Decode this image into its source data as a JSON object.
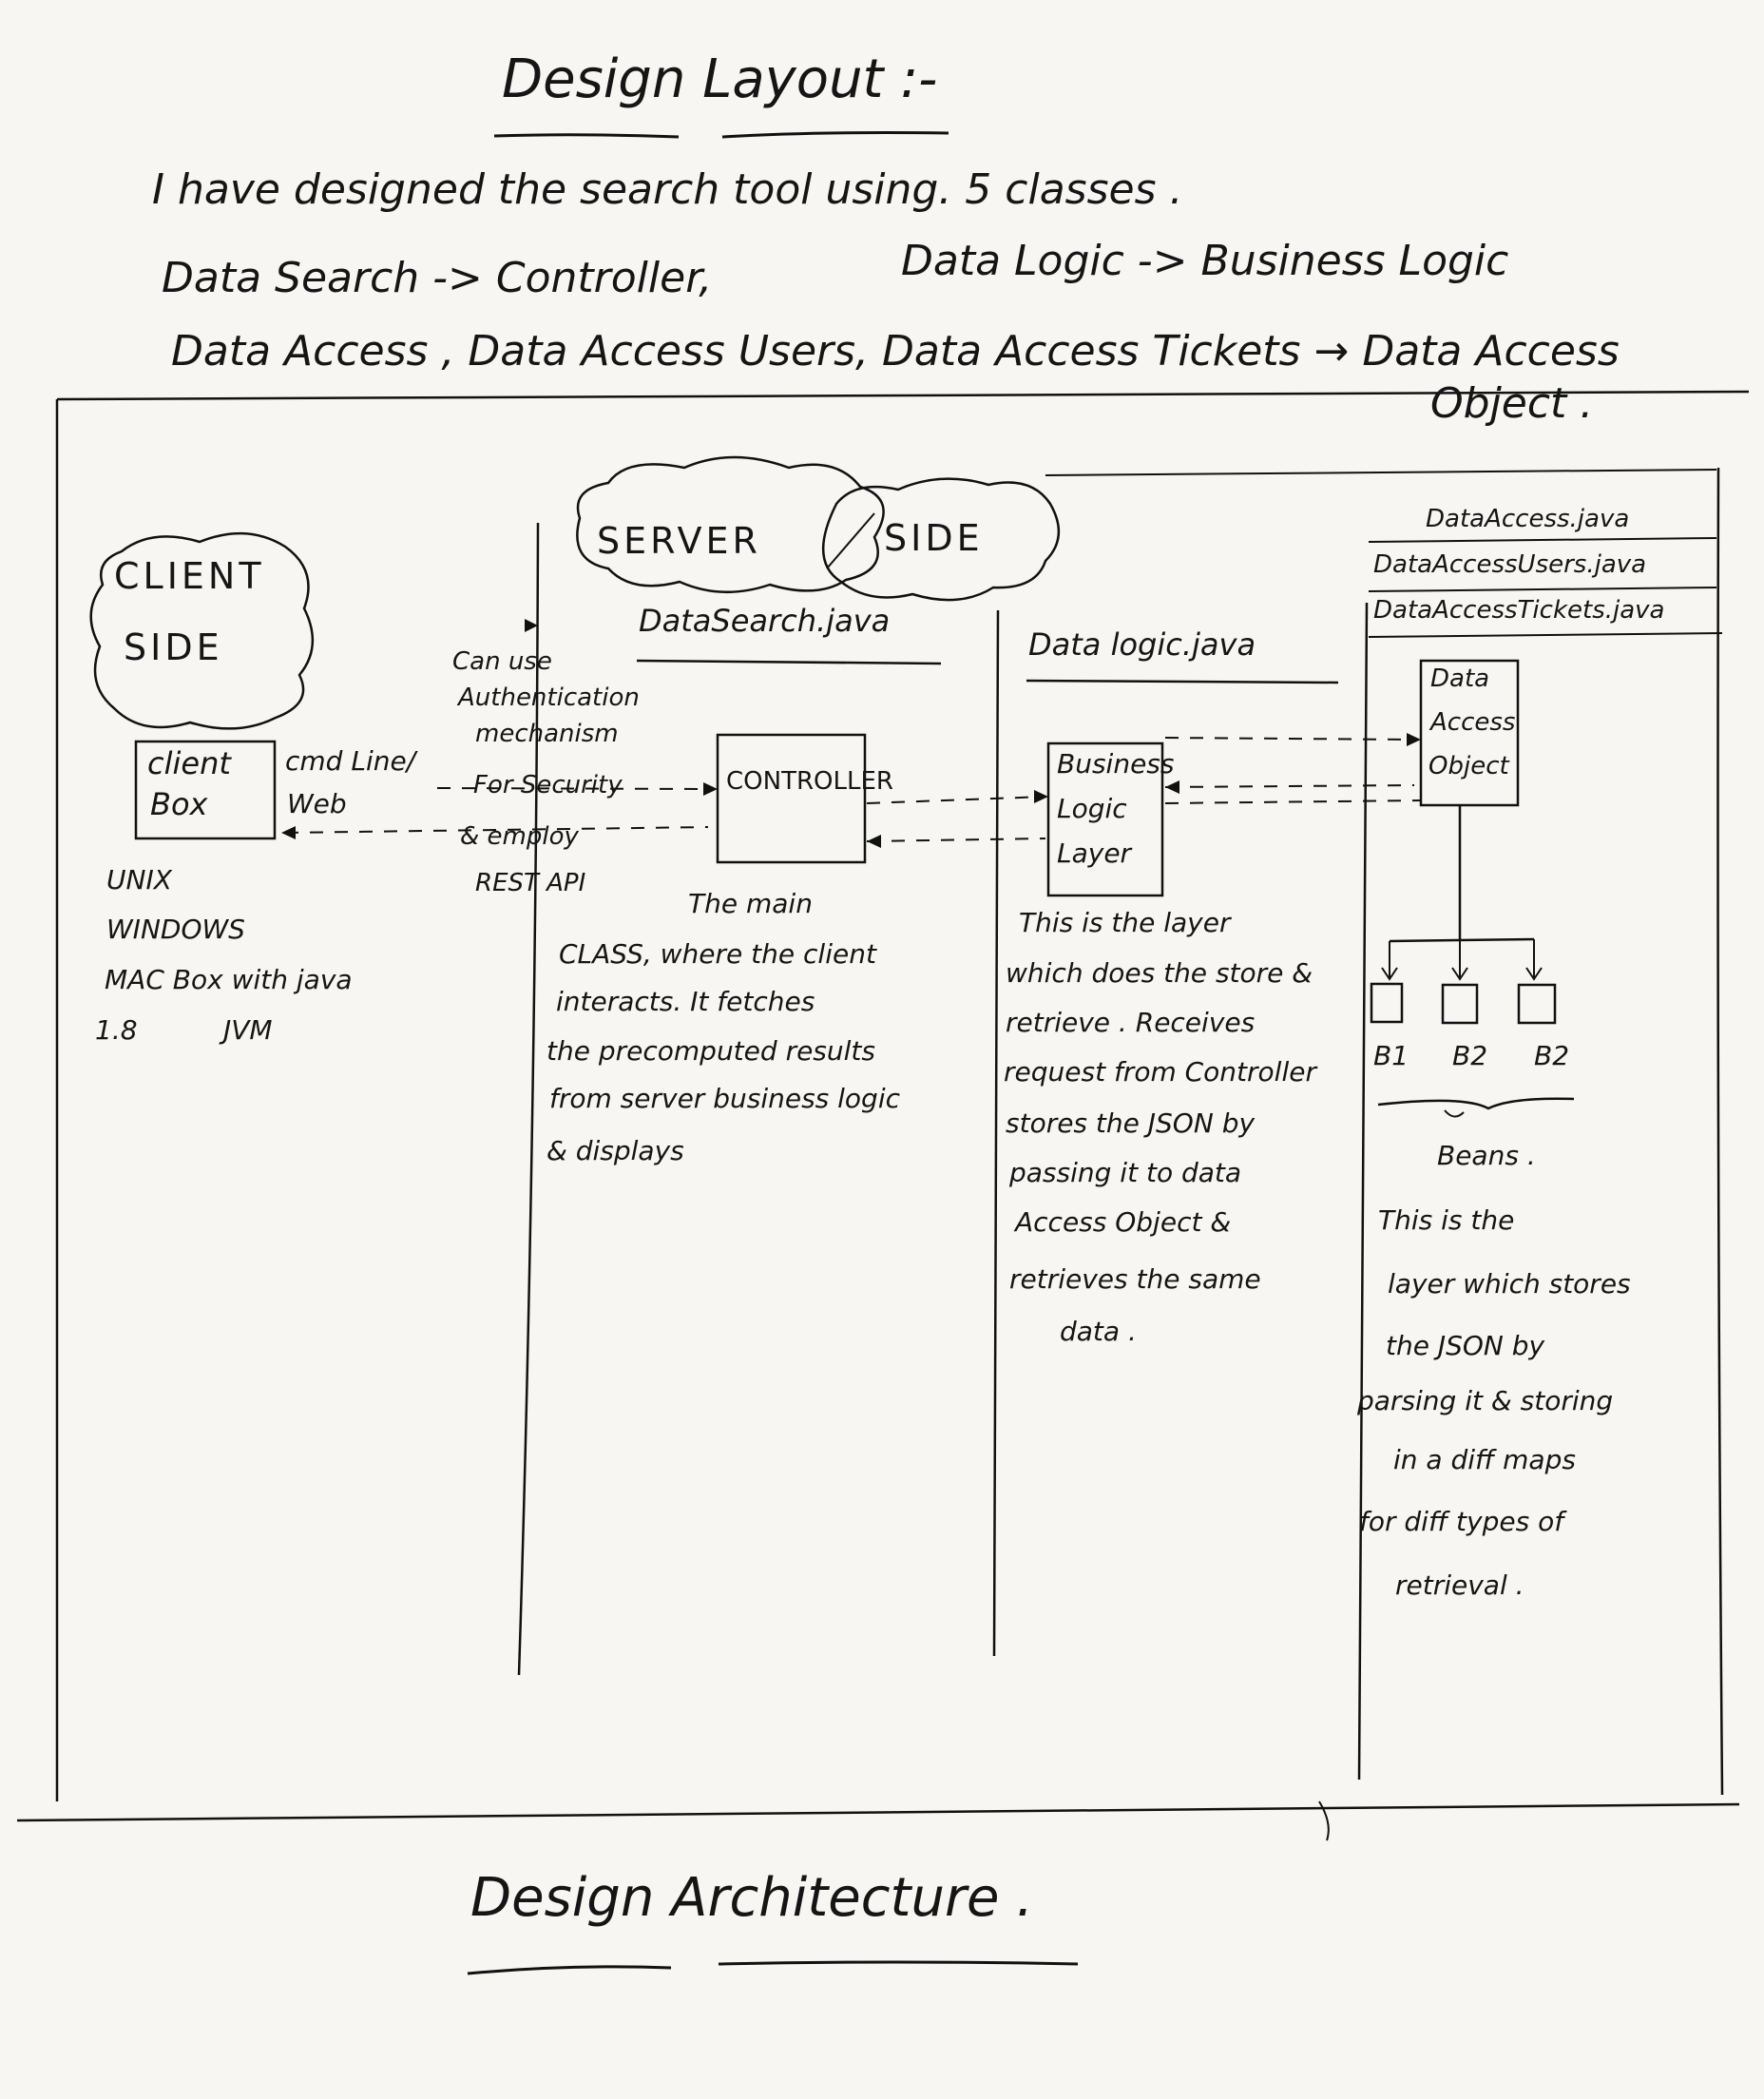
{
  "page_title": "Design Layout :-",
  "intro": {
    "line1": "I have designed the search tool using. 5 classes .",
    "line2a": "Data Search -> Controller,",
    "line2b": "Data Logic -> Business Logic",
    "line3": "Data Access , Data Access Users, Data Access Tickets → Data Access",
    "line4": "Object ."
  },
  "client_side": {
    "cloud": [
      "CLIENT",
      "SIDE"
    ],
    "box": [
      "client",
      "Box"
    ],
    "channels": [
      "cmd Line/",
      "Web"
    ],
    "platforms": [
      "UNIX",
      "WINDOWS",
      "MAC Box with java",
      "1.8",
      "JVM"
    ]
  },
  "security_notes": [
    "Can use",
    "Authentication",
    "mechanism",
    "For Security",
    "& employ",
    "REST API"
  ],
  "server_side": {
    "cloud_left": "SERVER",
    "cloud_right": "SIDE"
  },
  "datasearch": {
    "file": "DataSearch.java",
    "box": "CONTROLLER",
    "desc": [
      "The main",
      "CLASS, where the client",
      "interacts. It fetches",
      "the precomputed results",
      "from server business logic",
      "& displays"
    ]
  },
  "datalogic": {
    "file": "Data logic.java",
    "box": [
      "Business",
      "Logic",
      "Layer"
    ],
    "desc": [
      "This is the layer",
      "which does the store &",
      "retrieve . Receives",
      "request from Controller",
      "stores the JSON by",
      "passing it to data",
      "Access Object &",
      "retrieves the same",
      "data ."
    ]
  },
  "dataaccess": {
    "files": [
      "DataAccess.java",
      "DataAccessUsers.java",
      "DataAccessTickets.java"
    ],
    "box": [
      "Data",
      "Access",
      "Object"
    ],
    "beans": [
      "B1",
      "B2",
      "B2"
    ],
    "beans_label": "Beans .",
    "desc": [
      "This is the",
      "layer which stores",
      "the JSON by",
      "parsing it & storing",
      "in a diff maps",
      "for diff types of",
      "retrieval ."
    ]
  },
  "footer_title": "Design Architecture ."
}
